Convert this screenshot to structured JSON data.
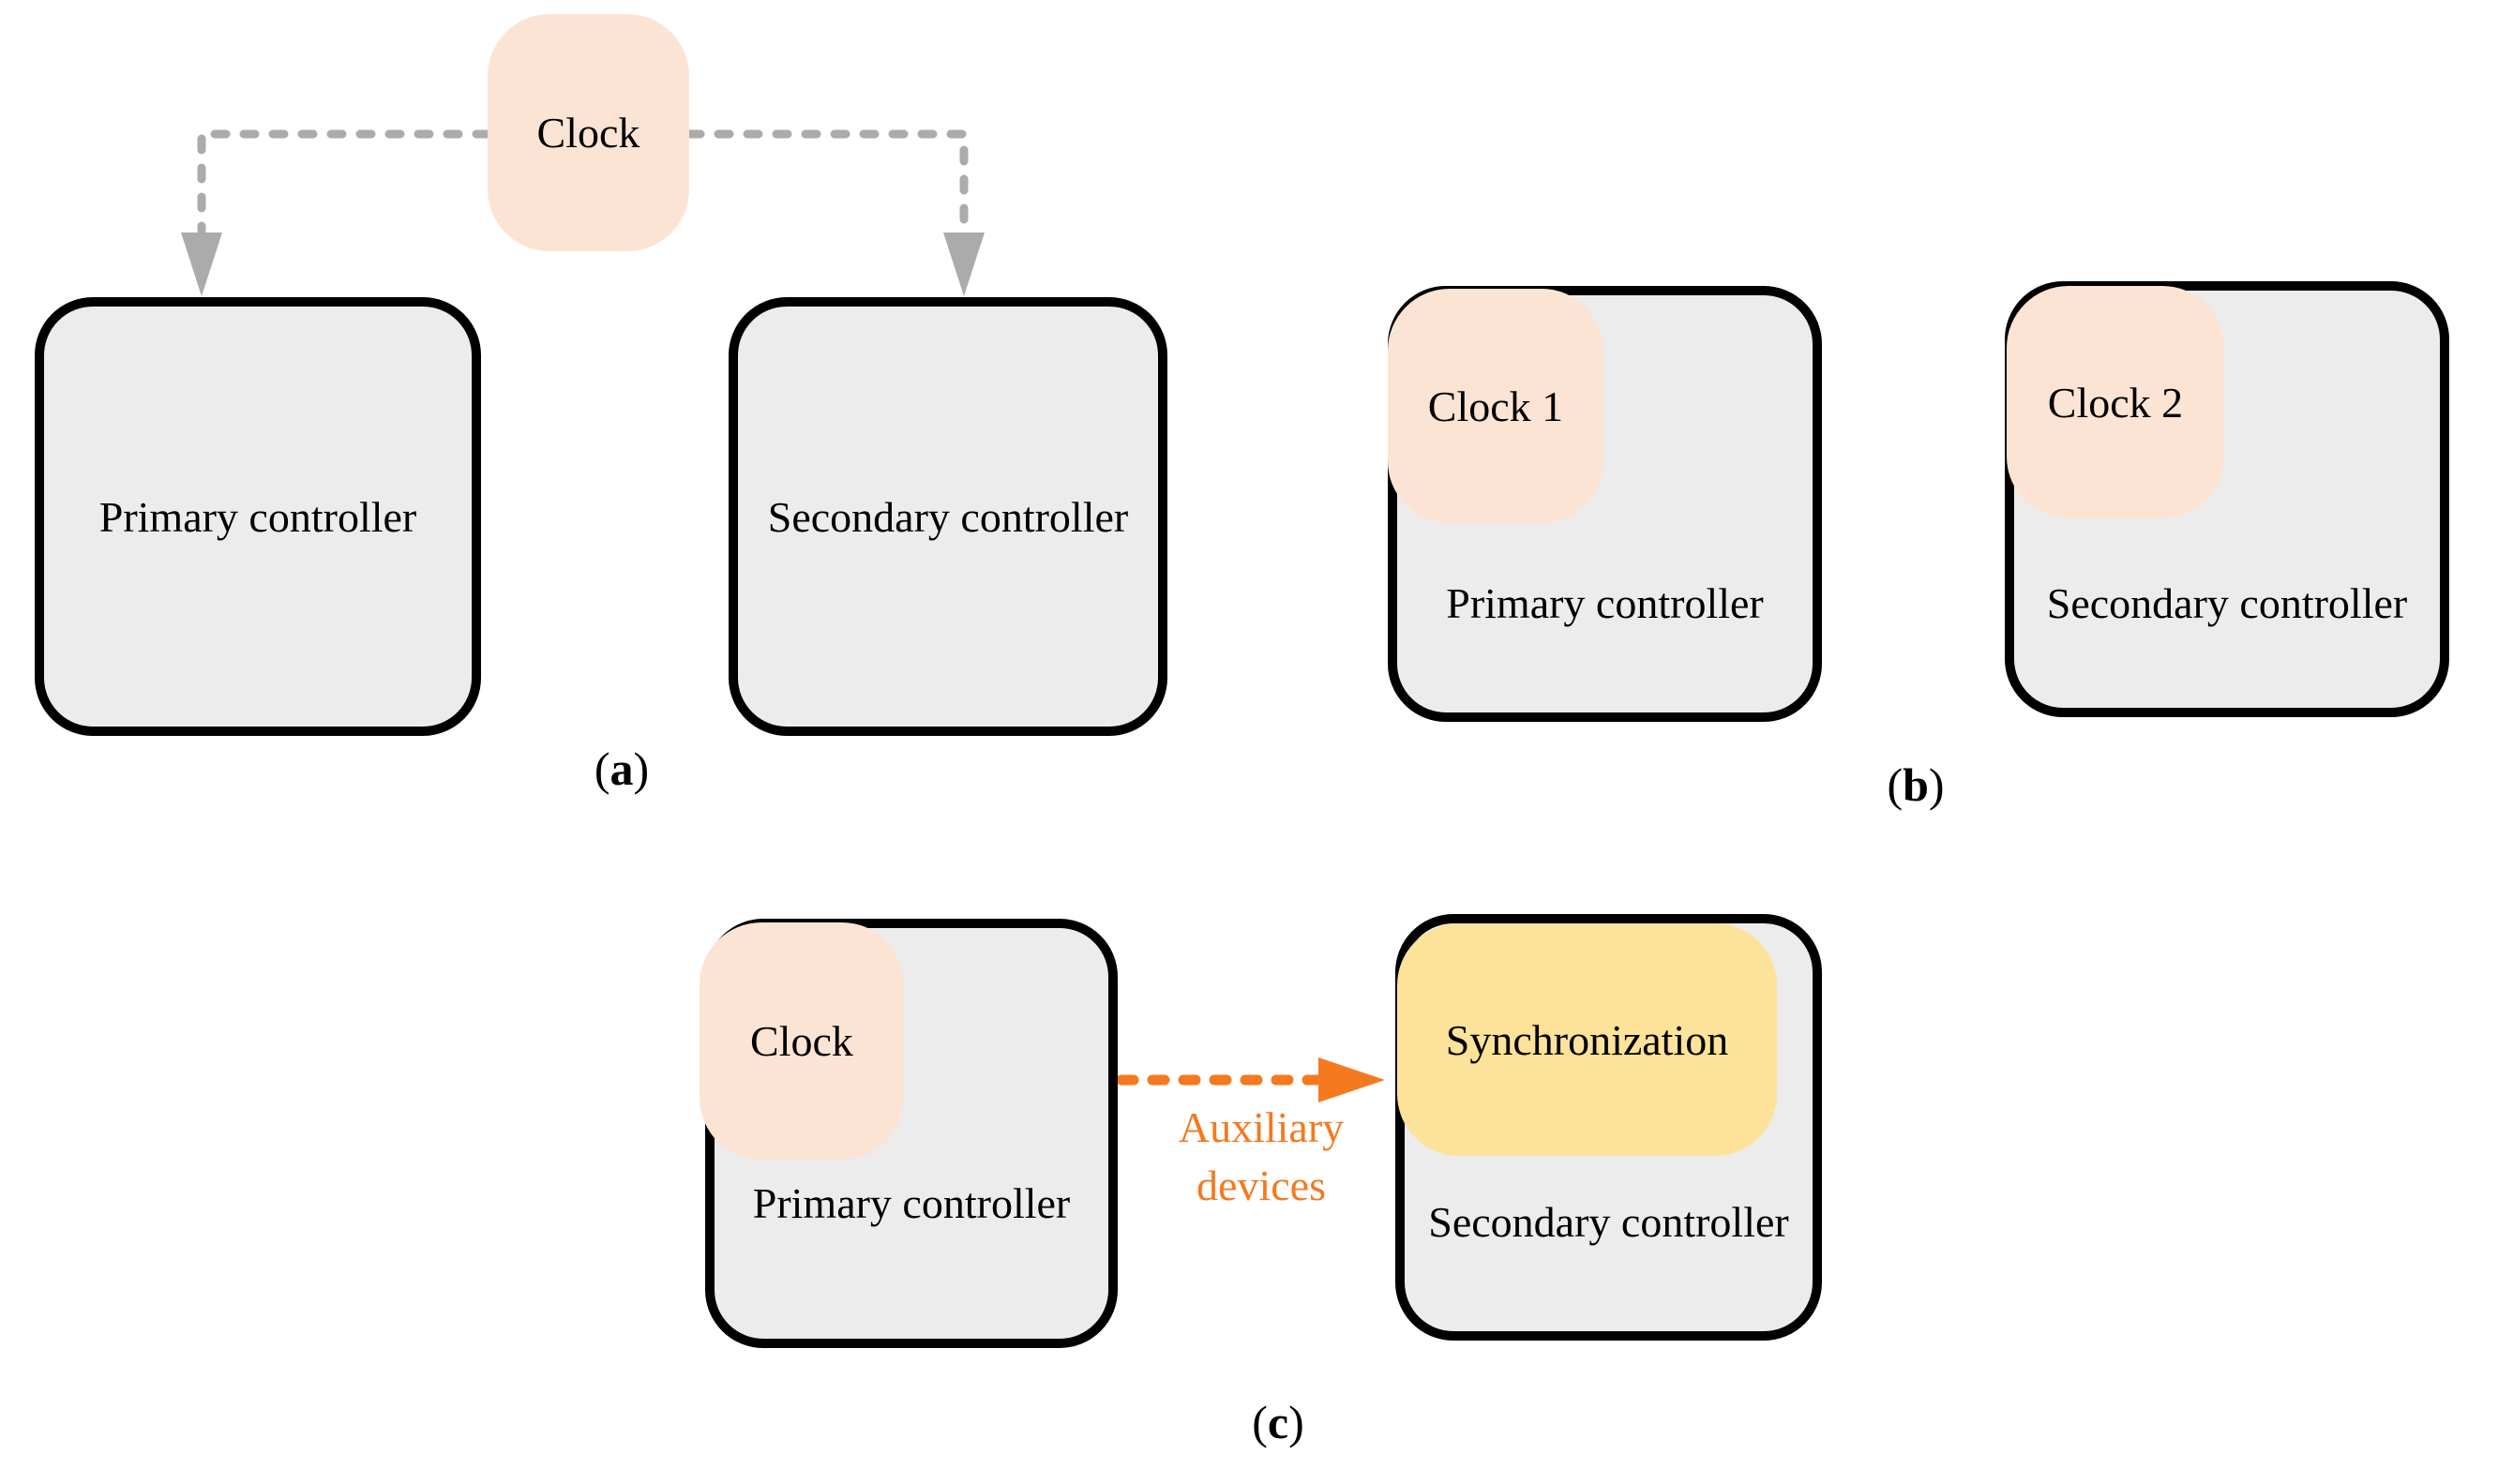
{
  "colors": {
    "clock_fill": "#FCE4D4",
    "controller_fill": "#ECECEC",
    "controller_border": "#000000",
    "sync_fill": "#FCE399",
    "gray_arrow": "#ABABAB",
    "orange_arrow": "#F5791F",
    "text": "#000000"
  },
  "panels": {
    "a": {
      "tag_open": "(",
      "tag_letter": "a",
      "tag_close": ")",
      "clock_label": "Clock",
      "primary_label": "Primary controller",
      "secondary_label": "Secondary controller"
    },
    "b": {
      "tag_open": "(",
      "tag_letter": "b",
      "tag_close": ")",
      "clock1_label": "Clock 1",
      "clock2_label": "Clock 2",
      "primary_label": "Primary controller",
      "secondary_label": "Secondary controller"
    },
    "c": {
      "tag_open": "(",
      "tag_letter": "c",
      "tag_close": ")",
      "clock_label": "Clock",
      "primary_label": "Primary controller",
      "secondary_label": "Secondary controller",
      "sync_label": "Synchronization",
      "arrow_label_line1": "Auxiliary",
      "arrow_label_line2": "devices"
    }
  }
}
